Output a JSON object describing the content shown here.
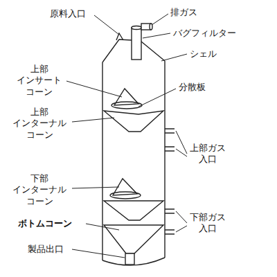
{
  "diagram": {
    "labels": [
      "原料入口",
      "排ガス",
      "バグフィルター",
      "シェル",
      "上部 インサート コーン",
      "分散板",
      "上部 インターナル コーン",
      "上部ガス 入口",
      "下部 インターナル コーン",
      "ボトムコーン",
      "下部ガス 入口",
      "製品出口"
    ]
  }
}
